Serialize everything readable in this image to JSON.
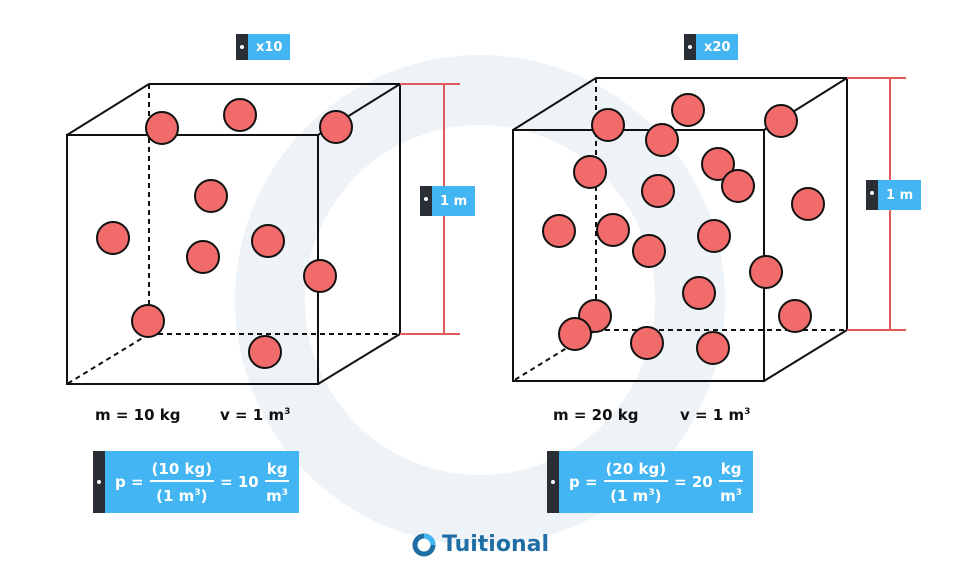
{
  "diagram": {
    "left": {
      "multiplier": "x10",
      "side_label": "1 m",
      "mass_text": "m = 10 kg",
      "volume_text": "v = 1 m",
      "volume_exp": "3",
      "formula": {
        "lhs": "p =",
        "num": "(10 kg)",
        "den_base": "(1 m",
        "den_exp": "3",
        "den_close": ")",
        "eq_value": "= 10",
        "unit_num": "kg",
        "unit_den_base": "m",
        "unit_den_exp": "3"
      }
    },
    "right": {
      "multiplier": "x20",
      "side_label": "1 m",
      "mass_text": "m = 20 kg",
      "volume_text": "v = 1 m",
      "volume_exp": "3",
      "formula": {
        "lhs": "p =",
        "num": "(20 kg)",
        "den_base": "(1 m",
        "den_exp": "3",
        "den_close": ")",
        "eq_value": "= 20",
        "unit_num": "kg",
        "unit_den_base": "m",
        "unit_den_exp": "3"
      }
    }
  },
  "brand": {
    "name": "Tuitional"
  },
  "colors": {
    "particle": "#f26b6b",
    "tag": "#43b5f2",
    "tag_knob": "#2a2f35",
    "measure_line": "#e05a5a",
    "brand_blue": "#1f6fa6",
    "watermark": "#eef3f8"
  }
}
